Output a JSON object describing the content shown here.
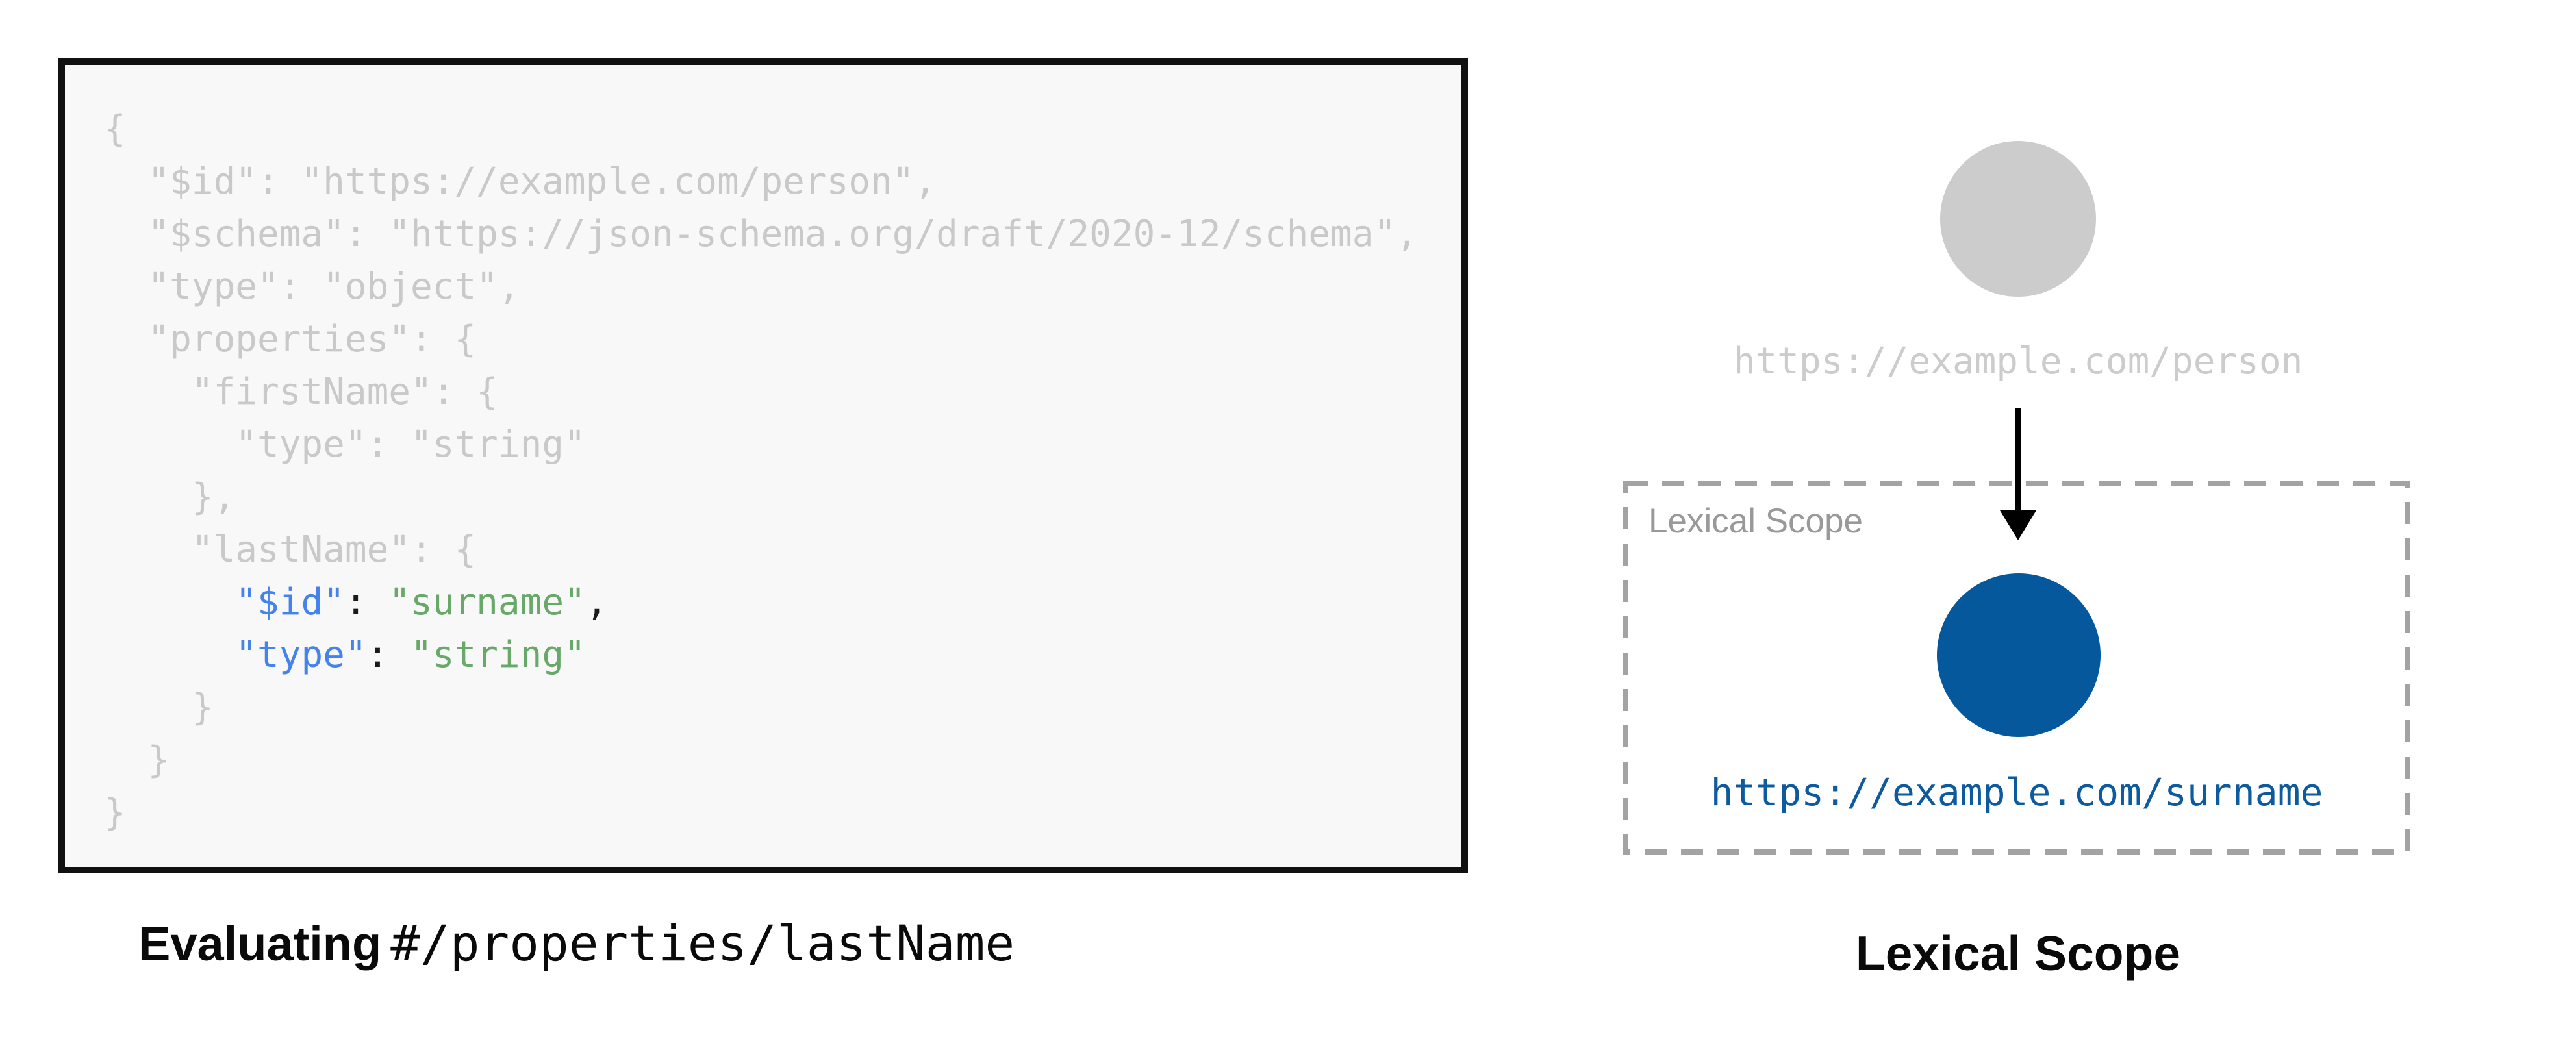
{
  "colors": {
    "box_bg": "#f8f8f8",
    "box_border_black": "#111111",
    "code_muted": "#c9c9c9",
    "code_key_blue": "#4583ec",
    "code_value_green": "#68a868",
    "code_punct_black": "#1a1a1a",
    "person_gray": "#cccccc",
    "scope_dash_gray": "#a3a3a3",
    "scope_label_gray": "#999999",
    "surname_blue": "#05589c",
    "surname_url_blue": "#0d5a9e",
    "arrow_black": "#000000"
  },
  "left": {
    "caption_bold": "Evaluating",
    "caption_path": "#/properties/lastName",
    "code_lines": [
      [
        {
          "t": "{",
          "c": "muted"
        }
      ],
      [
        {
          "t": "  \"$id\": \"https://example.com/person\",",
          "c": "muted"
        }
      ],
      [
        {
          "t": "  \"$schema\": \"https://json-schema.org/draft/2020-12/schema\",",
          "c": "muted"
        }
      ],
      [
        {
          "t": "  \"type\": \"object\",",
          "c": "muted"
        }
      ],
      [
        {
          "t": "  \"properties\": {",
          "c": "muted"
        }
      ],
      [
        {
          "t": "    \"firstName\": {",
          "c": "muted"
        }
      ],
      [
        {
          "t": "      \"type\": \"string\"",
          "c": "muted"
        }
      ],
      [
        {
          "t": "    },",
          "c": "muted"
        }
      ],
      [
        {
          "t": "    \"lastName\": {",
          "c": "muted"
        }
      ],
      [
        {
          "t": "      ",
          "c": "muted"
        },
        {
          "t": "\"$id\"",
          "c": "key"
        },
        {
          "t": ": ",
          "c": "punct"
        },
        {
          "t": "\"surname\"",
          "c": "value"
        },
        {
          "t": ",",
          "c": "punct"
        }
      ],
      [
        {
          "t": "      ",
          "c": "muted"
        },
        {
          "t": "\"type\"",
          "c": "key"
        },
        {
          "t": ": ",
          "c": "punct"
        },
        {
          "t": "\"string\"",
          "c": "value"
        }
      ],
      [
        {
          "t": "    }",
          "c": "muted"
        }
      ],
      [
        {
          "t": "  }",
          "c": "muted"
        }
      ],
      [
        {
          "t": "}",
          "c": "muted"
        }
      ]
    ]
  },
  "right": {
    "person_uri": "https://example.com/person",
    "scope_label": "Lexical Scope",
    "surname_uri": "https://example.com/surname",
    "caption": "Lexical Scope"
  }
}
